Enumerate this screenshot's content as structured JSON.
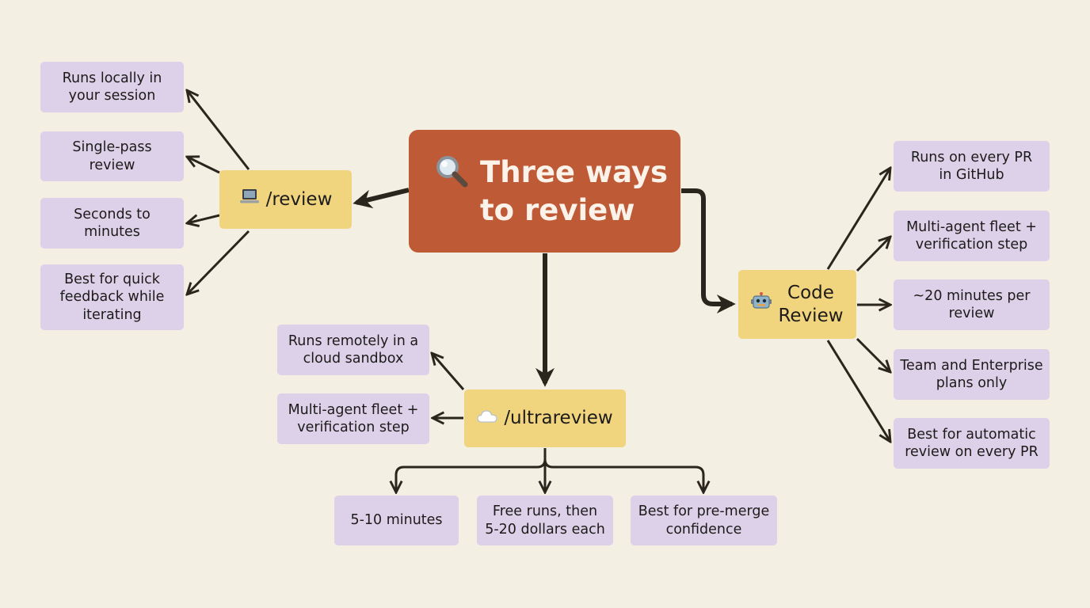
{
  "root": {
    "icon": "magnifier-icon",
    "label": "Three ways\nto review"
  },
  "review": {
    "icon": "laptop-icon",
    "label": "/review",
    "items": [
      "Runs locally in\nyour session",
      "Single-pass\nreview",
      "Seconds to\nminutes",
      "Best for quick\nfeedback while\niterating"
    ]
  },
  "ultrareview": {
    "icon": "cloud-icon",
    "label": "/ultrareview",
    "side_items": [
      "Runs remotely in a\ncloud sandbox",
      "Multi-agent fleet +\nverification step"
    ],
    "bottom_items": [
      "5-10 minutes",
      "Free runs, then\n5-20 dollars each",
      "Best for pre-merge\nconfidence"
    ]
  },
  "code_review": {
    "icon": "robot-icon",
    "label": "Code\nReview",
    "items": [
      "Runs on every PR\nin GitHub",
      "Multi-agent fleet +\nverification step",
      "~20 minutes per\nreview",
      "Team and Enterprise\nplans only",
      "Best for automatic\nreview on every PR"
    ]
  },
  "colors": {
    "background": "#f3efe2",
    "root": "#bf5a37",
    "branch": "#f1d57e",
    "leaf": "#dcd1e8",
    "arrow": "#2a251d"
  }
}
